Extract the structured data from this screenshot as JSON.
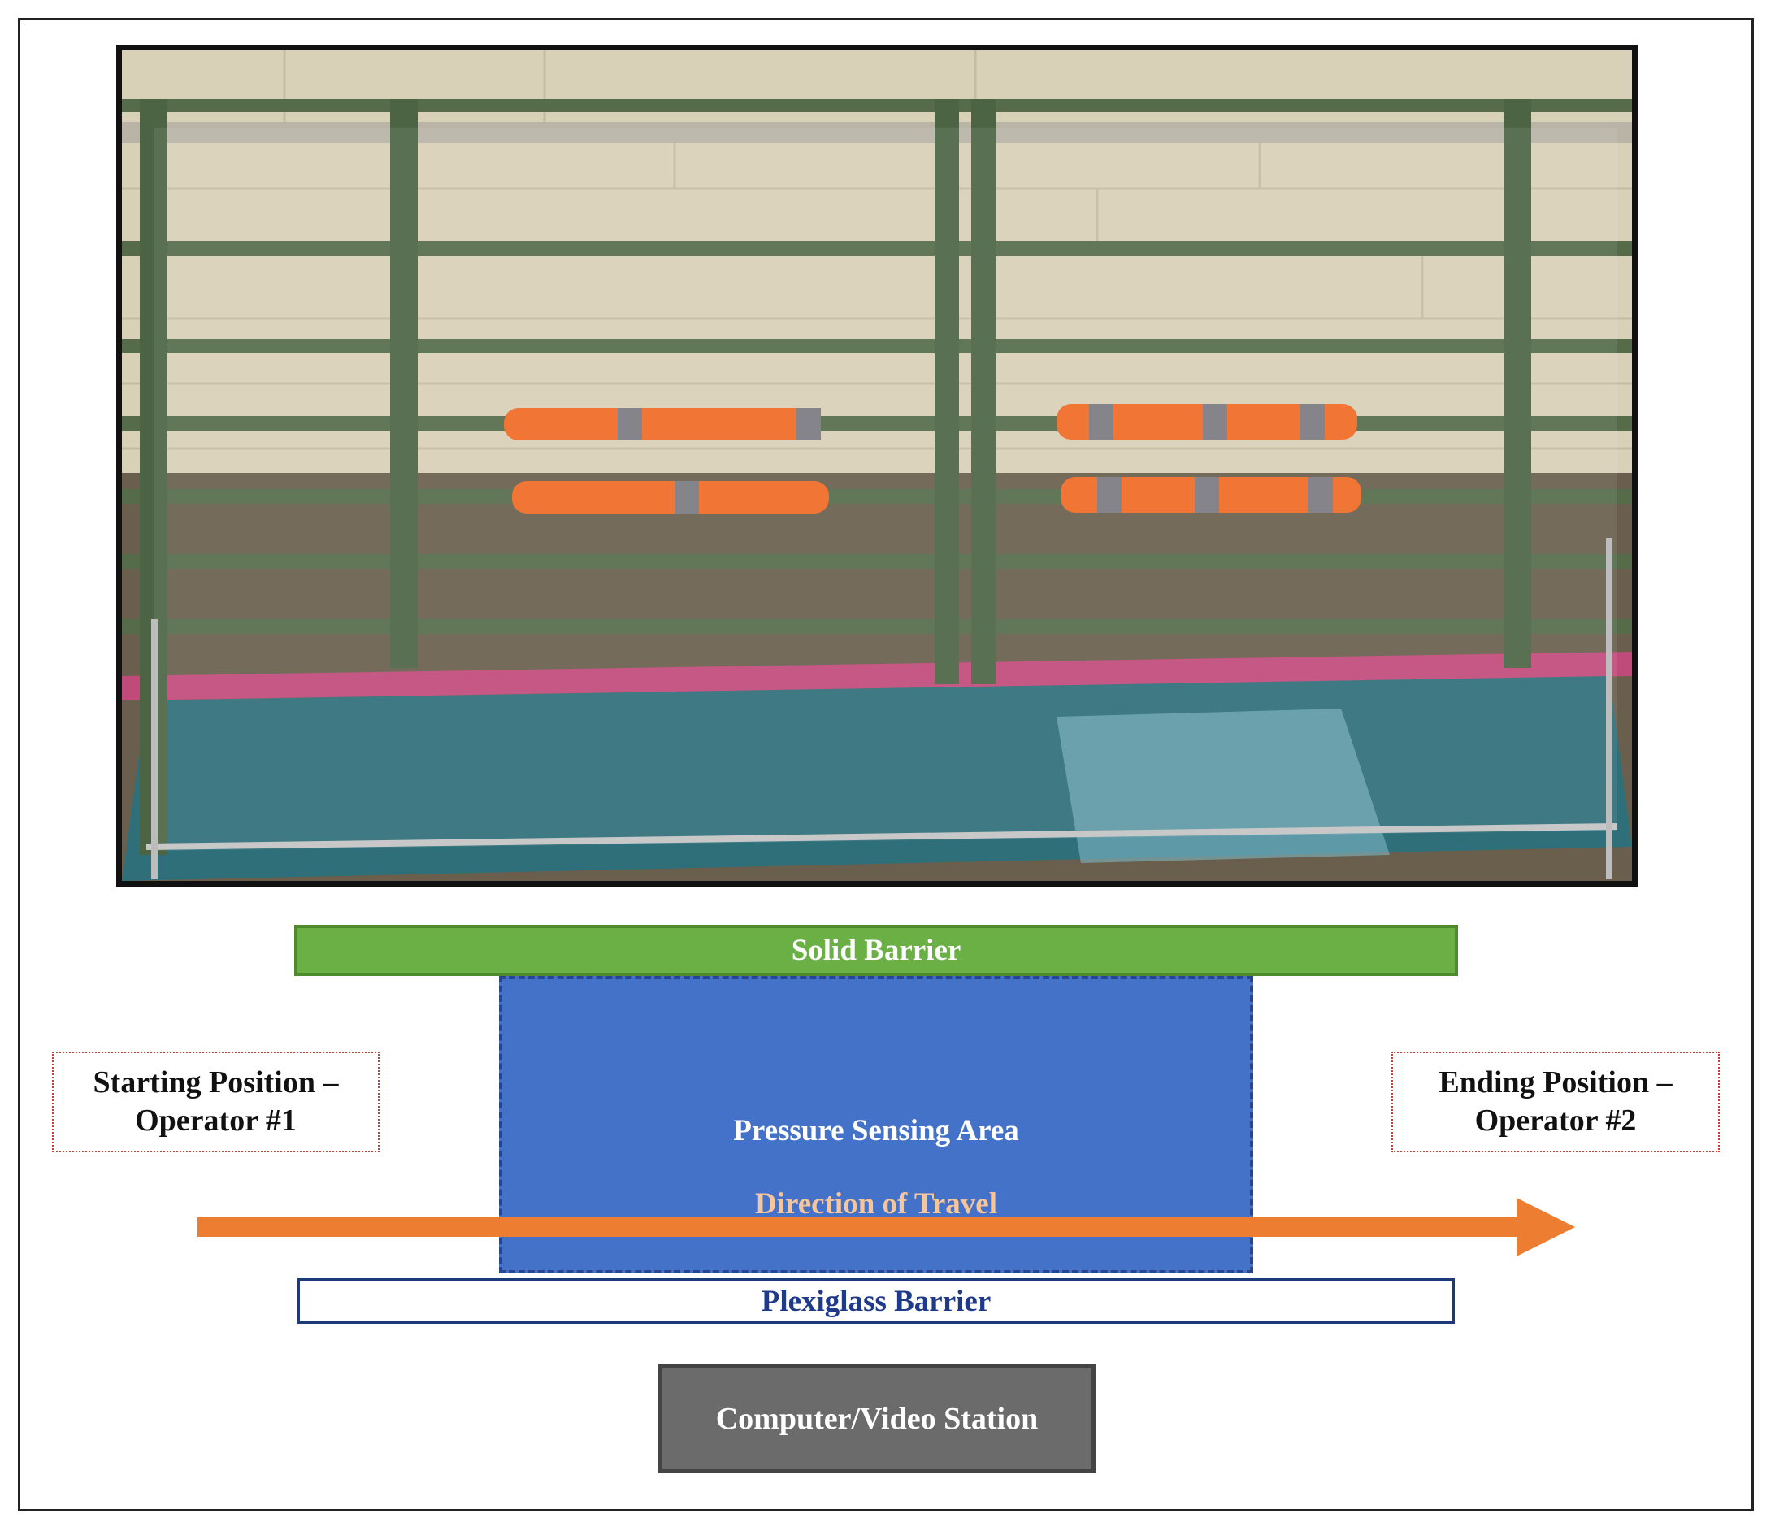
{
  "diagram": {
    "solid_barrier_label": "Solid Barrier",
    "pressure_area_label": "Pressure Sensing Area",
    "direction_label": "Direction of Travel",
    "plexiglass_label": "Plexiglass Barrier",
    "computer_station_label": "Computer/Video Station",
    "start_position_line1": "Starting Position –",
    "start_position_line2": "Operator #1",
    "end_position_line1": "Ending Position –",
    "end_position_line2": "Operator #2"
  },
  "colors": {
    "solid_barrier": "#6ab045",
    "pressure_area": "#4472c9",
    "arrow": "#ed7d31",
    "plexiglass_text": "#1f3a8a",
    "station": "#6b6b6b",
    "position_border": "#d23a3a"
  }
}
